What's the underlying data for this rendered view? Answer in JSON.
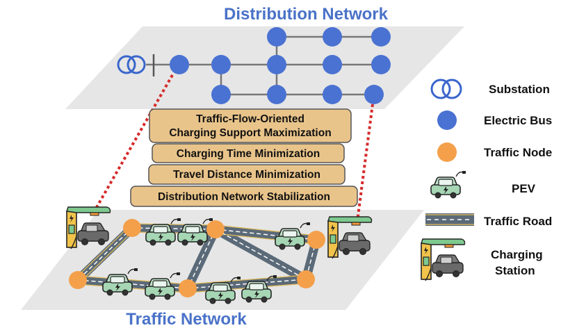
{
  "titles": {
    "distribution": "Distribution Network",
    "traffic": "Traffic Network"
  },
  "objectives": [
    "Traffic-Flow-Oriented",
    "Charging Support Maximization",
    "Charging Time Minimization",
    "Travel Distance Minimization",
    "Distribution Network Stabilization"
  ],
  "legend": {
    "substation": "Substation",
    "electric_bus": "Electric Bus",
    "traffic_node": "Traffic Node",
    "pev": "PEV",
    "traffic_road": "Traffic Road",
    "charging_station_line1": "Charging",
    "charging_station_line2": "Station"
  },
  "colors": {
    "title_blue": "#4a72c8",
    "bus_blue": "#4a72d2",
    "node_orange": "#f4a04a",
    "objective_box": "#e9c48a",
    "connector_red": "#d62a2a",
    "plane_gray": "#e6e6e6"
  },
  "icons": [
    "substation-icon",
    "electric-bus-icon",
    "traffic-node-icon",
    "pev-icon",
    "traffic-road-icon",
    "charging-station-icon"
  ]
}
